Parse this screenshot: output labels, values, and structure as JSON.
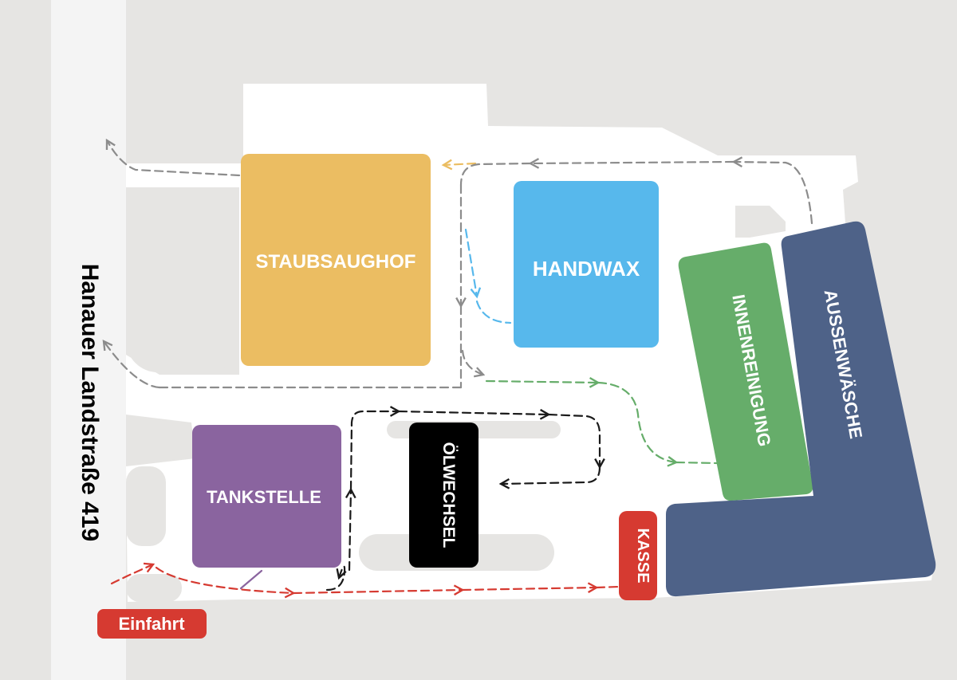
{
  "colors": {
    "background": "#e6e5e3",
    "road_strip": "#f4f4f4",
    "lot": "#ffffff",
    "island": "#e6e5e3",
    "staubsaughof": "#ebbd62",
    "handwax": "#57b8ec",
    "innenreinigung": "#66ad6a",
    "aussenwaesche": "#4e6288",
    "tankstelle": "#8a649f",
    "oelwechsel": "#000000",
    "kasse": "#d63a31",
    "einfahrt": "#d63a31",
    "route_grey": "#8c8c8c",
    "route_red": "#d63a31",
    "route_black": "#1a1a1a",
    "route_green": "#66ad6a",
    "route_blue": "#57b8ec",
    "route_orange": "#ebbd62",
    "street_text": "#000000"
  },
  "street": {
    "name": "Hanauer Landstraße 419"
  },
  "buildings": {
    "staubsaughof": "STAUBSAUGHOF",
    "handwax": "HANDWAX",
    "innenreinigung": "INNENREINIGUNG",
    "aussenwaesche": "AUSSENWÄSCHE",
    "tankstelle": "TANKSTELLE",
    "oelwechsel": "ÖLWECHSEL"
  },
  "kasse": "KASSE",
  "einfahrt": "Einfahrt"
}
